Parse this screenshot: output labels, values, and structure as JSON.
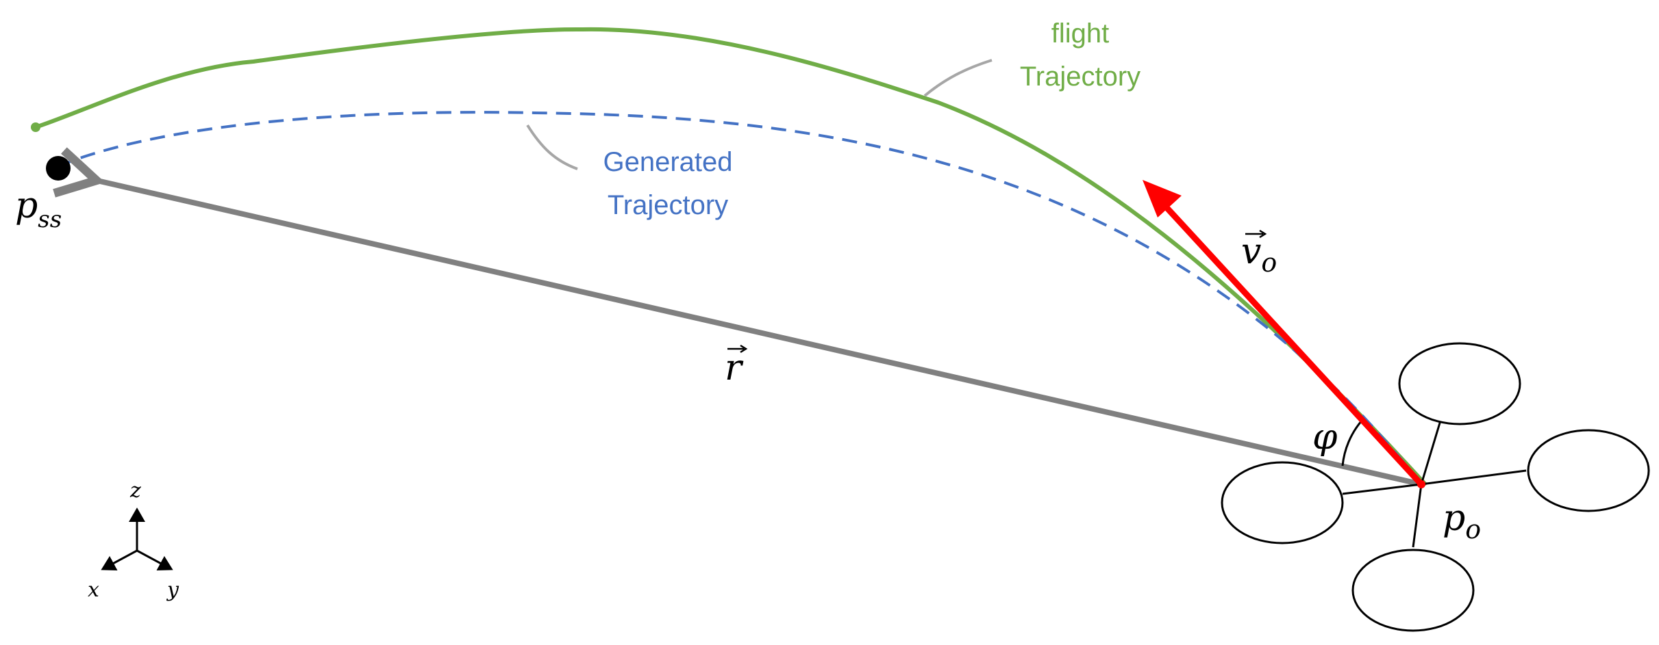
{
  "labels": {
    "flight_line1": "flight",
    "flight_line2": "Trajectory",
    "generated_line1": "Generated",
    "generated_line2": "Trajectory",
    "p_ss_base": "p",
    "p_ss_sub": "ss",
    "r_vec": "r",
    "v_vec_base": "v",
    "v_vec_sub": "o",
    "phi": "φ",
    "p_o_base": "p",
    "p_o_sub": "o",
    "axis_z": "z",
    "axis_x": "x",
    "axis_y": "y"
  },
  "colors": {
    "flight": "#70ad47",
    "generated": "#4472c4",
    "velocity": "#ff0000",
    "position_vector": "#808080",
    "leader": "#a6a6a6",
    "ink": "#000000"
  },
  "icons": {
    "drone": "quadrotor-icon",
    "start_point": "filled-dot-icon",
    "axes": "xyz-axes-icon"
  }
}
